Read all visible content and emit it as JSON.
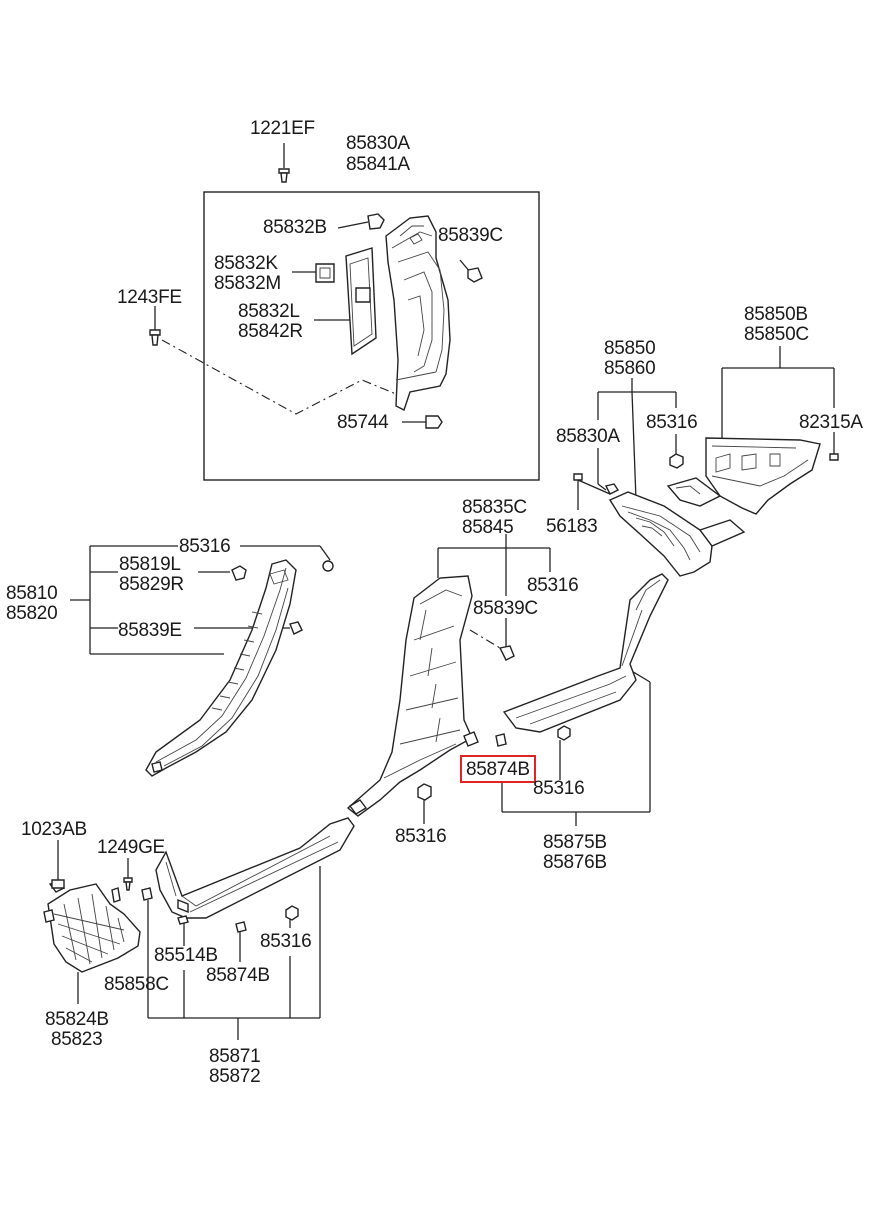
{
  "labels": {
    "l1221EF": "1221EF",
    "l85830A_top": "85830A",
    "l85841A": "85841A",
    "l85832B": "85832B",
    "l85839C_top": "85839C",
    "l85832K": "85832K",
    "l85832M": "85832M",
    "l1243FE": "1243FE",
    "l85832L": "85832L",
    "l85842R": "85842R",
    "l85744": "85744",
    "l85850B": "85850B",
    "l85850C": "85850C",
    "l85850": "85850",
    "l85860": "85860",
    "l85830A_mid": "85830A",
    "l85316_a": "85316",
    "l82315A": "82315A",
    "l56183": "56183",
    "l85835C": "85835C",
    "l85845": "85845",
    "l85316_b": "85316",
    "l85819L": "85819L",
    "l85829R": "85829R",
    "l85810": "85810",
    "l85820": "85820",
    "l85316_c": "85316",
    "l85839C_mid": "85839C",
    "l85839E": "85839E",
    "l85874B_hl": "85874B",
    "l85316_d": "85316",
    "l85316_e": "85316",
    "l85875B": "85875B",
    "l85876B": "85876B",
    "l1023AB": "1023AB",
    "l1249GE": "1249GE",
    "l85514B": "85514B",
    "l85316_f": "85316",
    "l85858C": "85858C",
    "l85874B_low": "85874B",
    "l85824B": "85824B",
    "l85823": "85823",
    "l85871": "85871",
    "l85872": "85872"
  },
  "highlight_color": "#e02424"
}
